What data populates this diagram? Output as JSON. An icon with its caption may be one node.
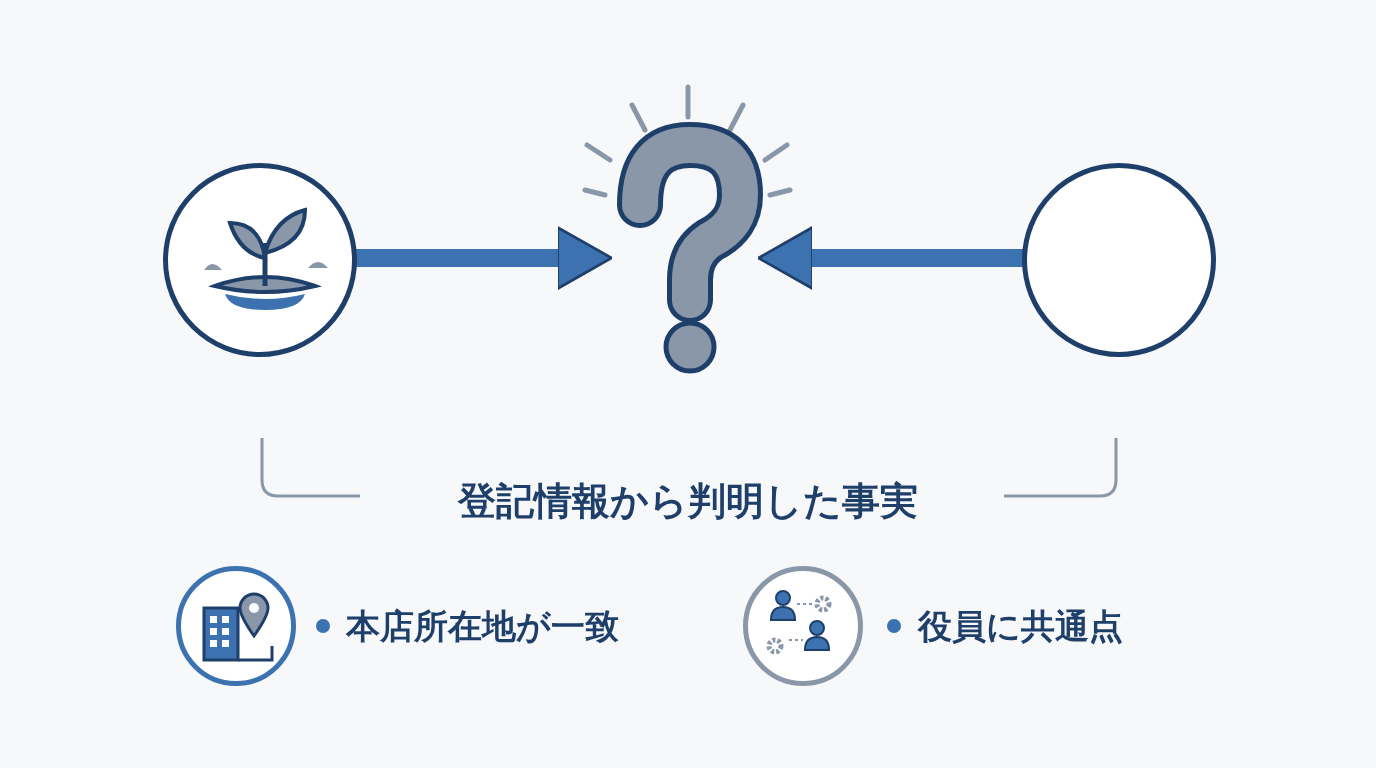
{
  "diagram": {
    "title": "登記情報から判明した事実",
    "nodes": [
      {
        "text": [],
        "shape": "circle"
      },
      {
        "text": [],
        "shape": "picture"
      },
      {
        "text": [],
        "shape": "circle"
      }
    ],
    "edges": [
      {
        "from": 0,
        "to": 1,
        "arrow": "to"
      },
      {
        "from": 2,
        "to": 1,
        "arrow": "to"
      }
    ],
    "labels": [
      "本店所在地が一致",
      "役員に共通点"
    ]
  }
}
